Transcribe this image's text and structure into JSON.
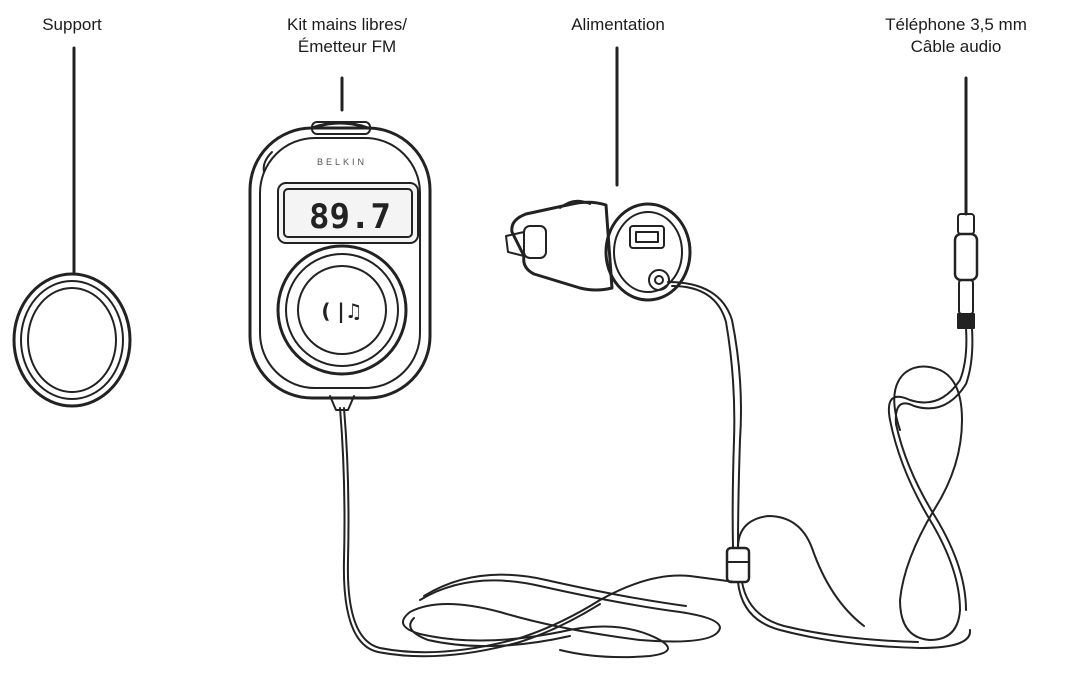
{
  "labels": {
    "support": "Support",
    "kit_line1": "Kit mains libres/",
    "kit_line2": "Émetteur FM",
    "power": "Alimentation",
    "phone_line1": "Téléphone 3,5 mm",
    "phone_line2": "Câble audio"
  },
  "device": {
    "brand": "BELKIN",
    "frequency": "89.7",
    "button_symbol": "( |♫"
  },
  "colors": {
    "line": "#222222",
    "background": "#ffffff",
    "lcd_fill": "#f4f4f4"
  }
}
